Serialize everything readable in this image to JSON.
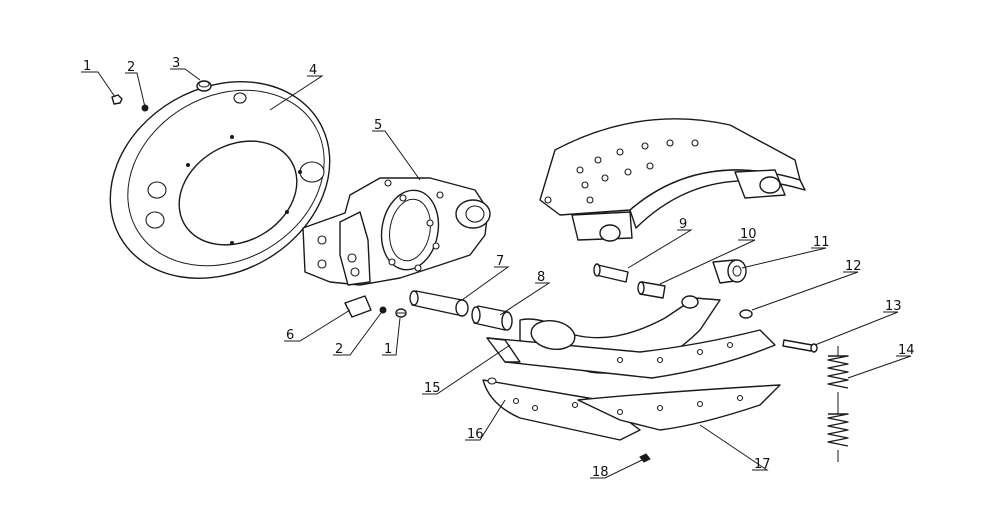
{
  "callouts": [
    "1",
    "2",
    "3",
    "4",
    "5",
    "6",
    "2",
    "1",
    "7",
    "8",
    "9",
    "10",
    "11",
    "12",
    "13",
    "14",
    "15",
    "16",
    "17",
    "18"
  ],
  "colors": {
    "line": "#1a1a1a",
    "background": "#ffffff"
  }
}
